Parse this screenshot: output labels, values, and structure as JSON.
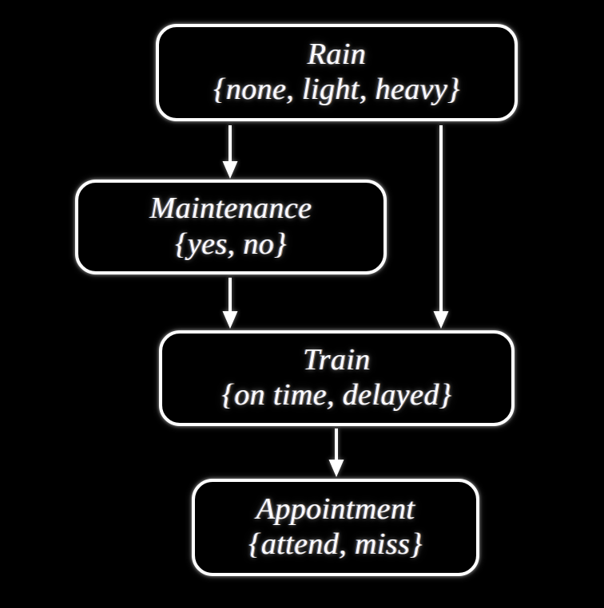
{
  "diagram": {
    "type": "bayesian-network",
    "background_color": "#000000",
    "stroke_color": "#ffffff",
    "text_color": "#fdfdfd",
    "nodes": [
      {
        "id": "rain",
        "title": "Rain",
        "states": "{none, light, heavy}",
        "state_list": [
          "none",
          "light",
          "heavy"
        ]
      },
      {
        "id": "maintenance",
        "title": "Maintenance",
        "states": "{yes, no}",
        "state_list": [
          "yes",
          "no"
        ]
      },
      {
        "id": "train",
        "title": "Train",
        "states": "{on time, delayed}",
        "state_list": [
          "on time",
          "delayed"
        ]
      },
      {
        "id": "appointment",
        "title": "Appointment",
        "states": "{attend, miss}",
        "state_list": [
          "attend",
          "miss"
        ]
      }
    ],
    "edges": [
      {
        "id": "rain-maintenance",
        "from": "Rain",
        "to": "Maintenance",
        "marker": "arrowhead-down-icon"
      },
      {
        "id": "rain-train",
        "from": "Rain",
        "to": "Train",
        "marker": "arrowhead-down-icon"
      },
      {
        "id": "maintenance-train",
        "from": "Maintenance",
        "to": "Train",
        "marker": "arrowhead-down-icon"
      },
      {
        "id": "train-appointment",
        "from": "Train",
        "to": "Appointment",
        "marker": "arrowhead-down-icon"
      }
    ]
  }
}
